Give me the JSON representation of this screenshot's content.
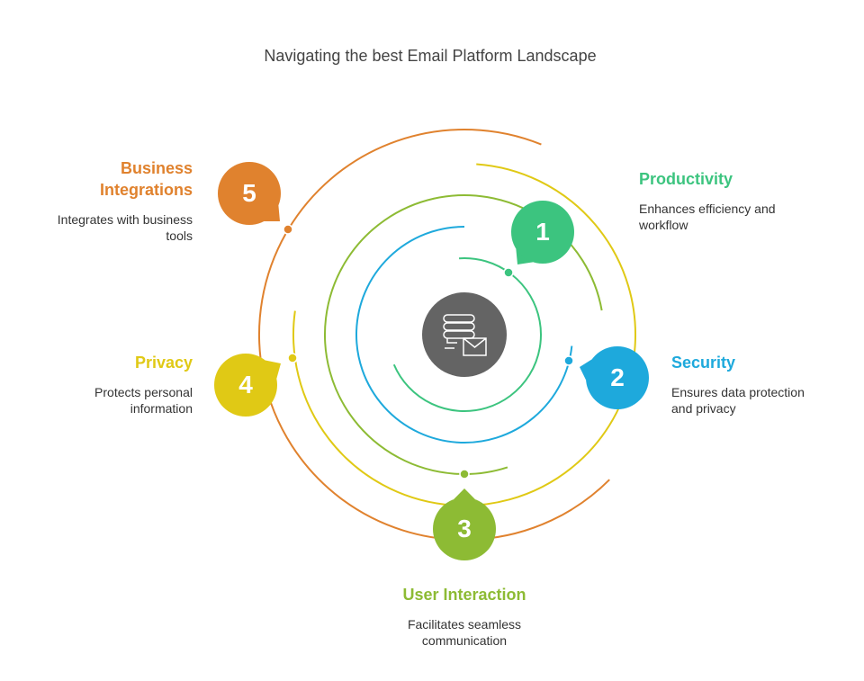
{
  "title": "Navigating the best Email Platform Landscape",
  "center_icon": "server-email-icon",
  "colors": {
    "productivity": "#3cc47f",
    "security": "#1ea9dc",
    "user_interaction": "#8dbb34",
    "privacy": "#e0c915",
    "business": "#e0822e",
    "center": "#646464"
  },
  "items": [
    {
      "number": "1",
      "title": "Productivity",
      "description": "Enhances efficiency and workflow"
    },
    {
      "number": "2",
      "title": "Security",
      "description": "Ensures data protection and privacy"
    },
    {
      "number": "3",
      "title": "User Interaction",
      "description": "Facilitates seamless communication"
    },
    {
      "number": "4",
      "title": "Privacy",
      "description": "Protects personal information"
    },
    {
      "number": "5",
      "title": "Business Integrations",
      "description": "Integrates with business tools"
    }
  ]
}
